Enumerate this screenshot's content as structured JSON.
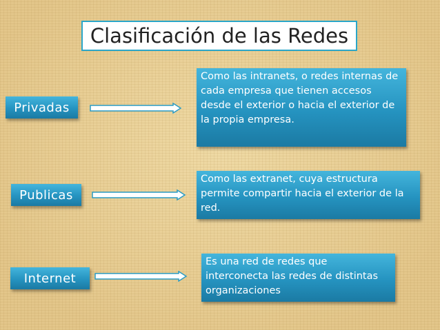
{
  "title": "Clasificación de las Redes",
  "rows": [
    {
      "label": "Privadas",
      "description": "Como las intranets, o redes internas de cada empresa que tienen accesos desde el exterior o hacia el exterior de la propia empresa."
    },
    {
      "label": "Publicas",
      "description": "Como las extranet,  cuya estructura permite compartir hacia el exterior de la red."
    },
    {
      "label": "Internet",
      "description": "Es una red de redes que interconecta las redes de distintas organizaciones"
    }
  ],
  "colors": {
    "box": "#2593c0",
    "title_border": "#2aa6c9",
    "background": "#e6cd92"
  }
}
